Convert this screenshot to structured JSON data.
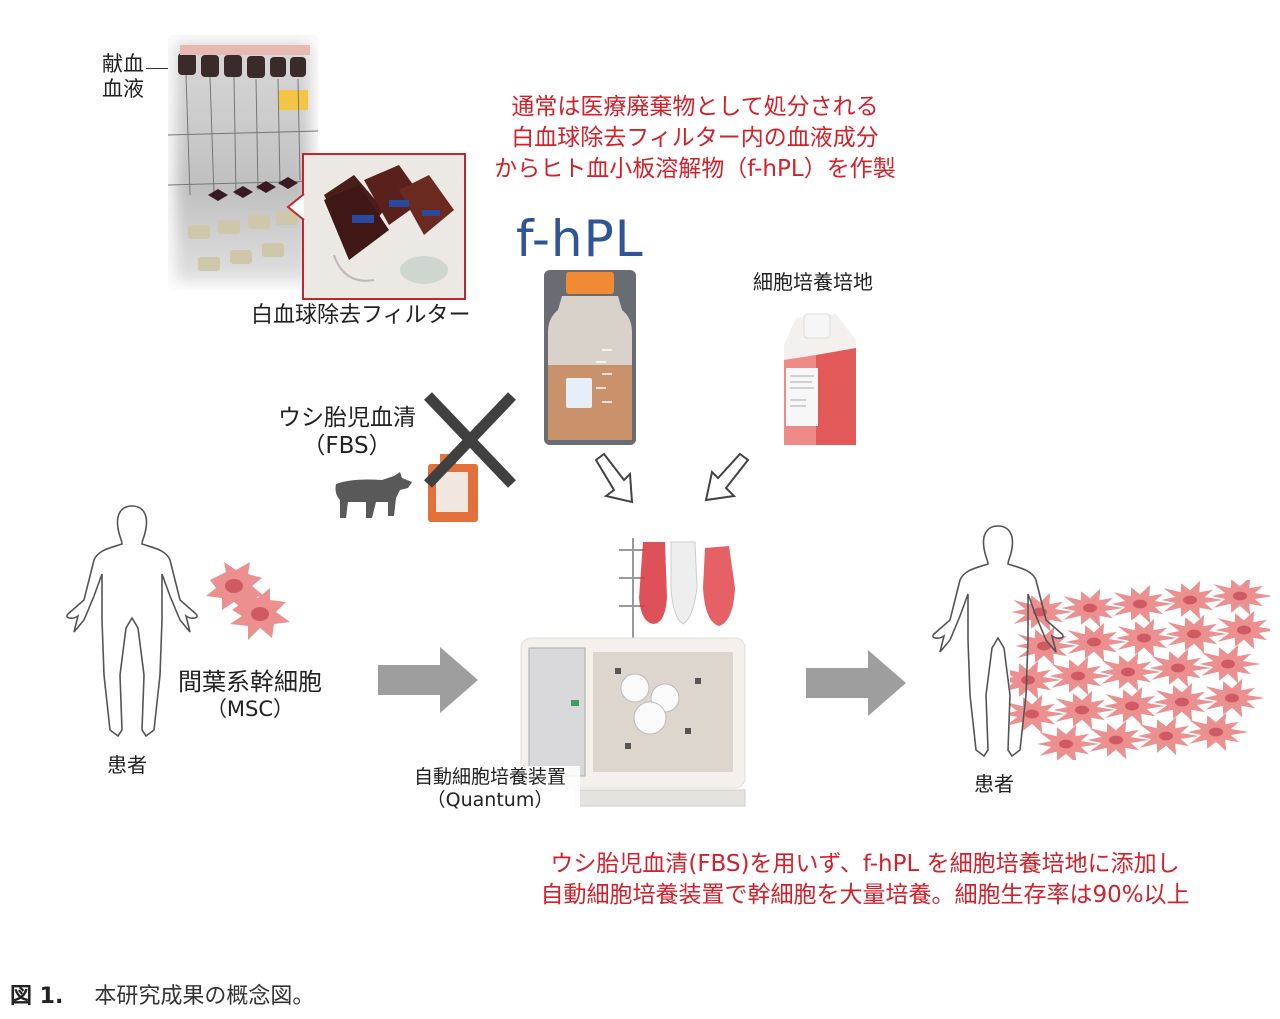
{
  "figure": {
    "donated_blood_label": [
      "献血",
      "血液"
    ],
    "leukocyte_filter_label": "白血球除去フィルター",
    "top_note_lines": [
      "通常は医療廃棄物として処分される",
      "白血球除去フィルター内の血液成分",
      "からヒト血小板溶解物（f-hPL）を作製"
    ],
    "fhpl_title": "f-hPL",
    "culture_medium_label": "細胞培養培地",
    "fbs_label_lines": [
      "ウシ胎児血清",
      "（FBS）"
    ],
    "fbs_rejected_mark": "×",
    "msc_label_lines": [
      "間葉系幹細胞",
      "（MSC）"
    ],
    "patient_left_label": "患者",
    "device_label_lines": [
      "自動細胞培養装置",
      "（Quantum）"
    ],
    "patient_right_label": "患者",
    "bottom_note_lines": [
      "ウシ胎児血清(FBS)を用いず、f-hPL を細胞培養培地に添加し",
      "自動細胞培養装置で幹細胞を大量培養。細胞生存率は90%以上"
    ],
    "bottom_note_highlight": "f-hPL",
    "colors": {
      "note_red": "#d3202a",
      "fhpl_blue": "#2f5597",
      "cell_pink": "#ec8f8f",
      "nucleus": "#cf5a63",
      "arrow_gray": "#9e9e9e"
    }
  },
  "caption": {
    "number": "図 1.",
    "text": "本研究成果の概念図。"
  }
}
